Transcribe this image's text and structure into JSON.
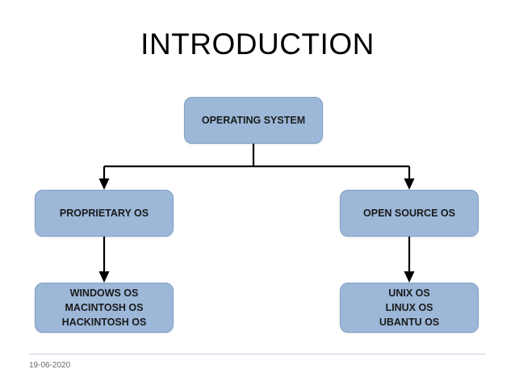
{
  "slide": {
    "title": "INTRODUCTION",
    "date": "19-06-2020",
    "accent_color": "#9cb7d8",
    "border_color": "#7f9fc4",
    "arrow_color": "#000000"
  },
  "diagram": {
    "type": "tree",
    "root": {
      "id": "operating-system",
      "label": "OPERATING SYSTEM"
    },
    "branches": [
      {
        "id": "proprietary-os",
        "label": "PROPRIETARY OS",
        "children_box_lines": [
          "WINDOWS OS",
          "MACINTOSH OS",
          "HACKINTOSH OS"
        ]
      },
      {
        "id": "open-source-os",
        "label": "OPEN SOURCE OS",
        "children_box_lines": [
          "UNIX OS",
          "LINUX OS",
          "UBANTU OS"
        ]
      }
    ]
  }
}
